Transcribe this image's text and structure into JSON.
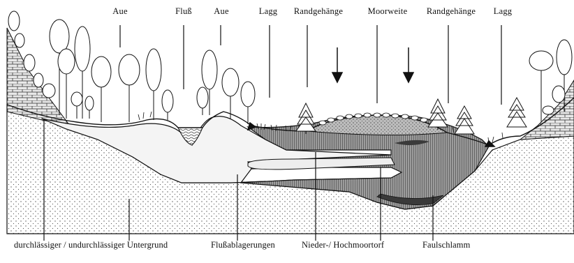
{
  "top_labels": {
    "aue_left": "Aue",
    "fluss": "Fluß",
    "aue_mid": "Aue",
    "lagg_left": "Lagg",
    "randgehaenge_left": "Randgehänge",
    "moorweite": "Moorweite",
    "randgehaenge_right": "Randgehänge",
    "lagg_right": "Lagg"
  },
  "bottom_labels": {
    "untergrund": "durchlässiger / undurchlässiger Untergrund",
    "flussablagerungen": "Flußablagerungen",
    "torf": "Nieder-/ Hochmoortorf",
    "faulschlamm": "Faulschlamm"
  },
  "colors": {
    "outline": "#111111",
    "peat": "#9a9a9a",
    "peat_dark": "#6a6a6a",
    "sediment": "#f4f4f4",
    "subsoil_dots": "#555555"
  }
}
